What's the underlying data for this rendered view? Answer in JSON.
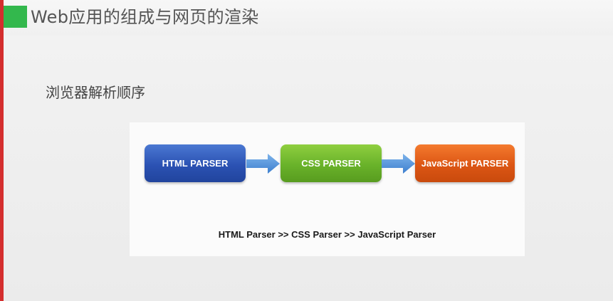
{
  "slide": {
    "title": "Web应用的组成与网页的渲染",
    "subtitle": "浏览器解析顺序"
  },
  "diagram": {
    "boxes": [
      {
        "label": "HTML PARSER",
        "color": "#2b52b3"
      },
      {
        "label": "CSS PARSER",
        "color": "#69b22a"
      },
      {
        "label": "JavaScript PARSER",
        "color": "#dc5614"
      }
    ],
    "arrow_color": "#4a90d9",
    "caption": "HTML Parser >> CSS Parser >> JavaScript Parser"
  },
  "colors": {
    "accent": "#33b84d",
    "left_edge": "#d42e2e"
  }
}
